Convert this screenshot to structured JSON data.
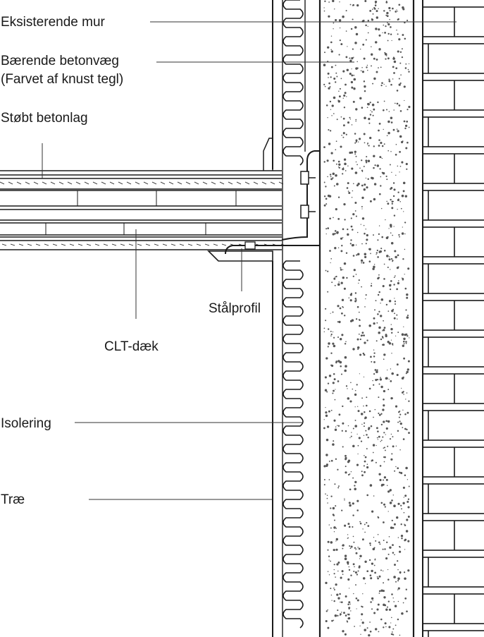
{
  "labels": {
    "existing_wall": "Eksisterende mur",
    "bearing_wall_1": "Bærende betonvæg",
    "bearing_wall_2": "(Farvet af knust tegl)",
    "cast_concrete": "Støbt betonlag",
    "steel_profile": "Stålprofil",
    "clt_deck": "CLT-dæk",
    "insulation": "Isolering",
    "wood": "Træ"
  }
}
